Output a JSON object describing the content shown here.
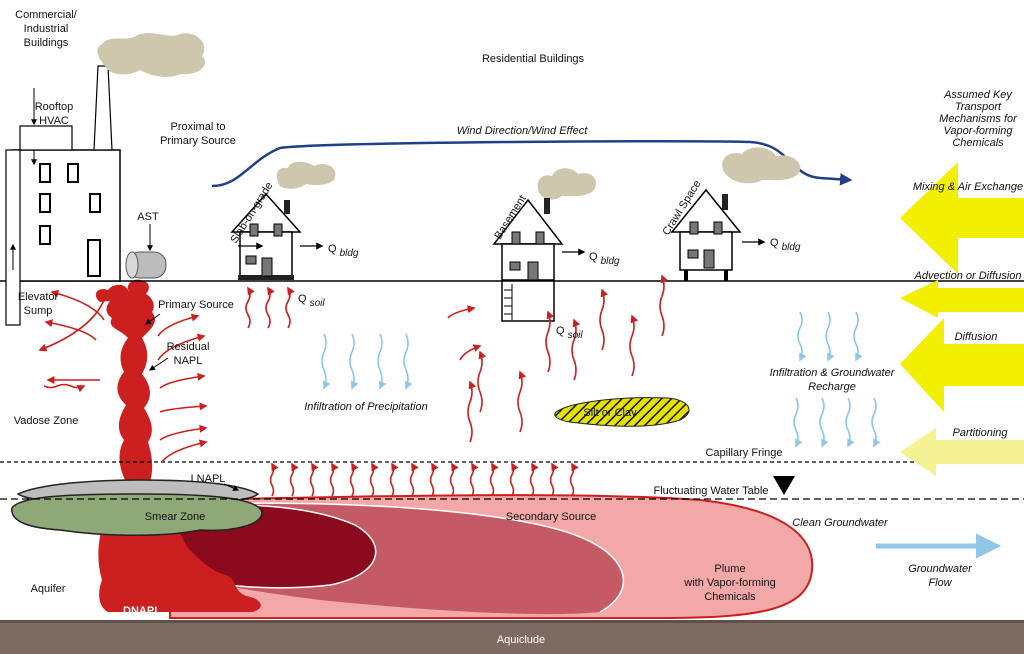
{
  "labels": {
    "commercial_1": "Commercial/",
    "commercial_2": "Industrial",
    "commercial_3": "Buildings",
    "rooftop_1": "Rooftop",
    "rooftop_2": "HVAC",
    "residential": "Residential Buildings",
    "proximal_1": "Proximal to",
    "proximal_2": "Primary Source",
    "wind": "Wind Direction/Wind Effect",
    "assumed_1": "Assumed Key",
    "assumed_2": "Transport",
    "assumed_3": "Mechanisms for",
    "assumed_4": "Vapor-forming",
    "assumed_5": "Chemicals",
    "ast": "AST",
    "slab": "Slab-on-grade",
    "basement": "Basement",
    "crawl": "Crawl Space",
    "q_bldg": "Q",
    "q_bldg_sub": "bldg",
    "q_soil": "Q",
    "q_soil_sub": "soil",
    "elevator_1": "Elevator",
    "elevator_2": "Sump",
    "primary_source": "Primary Source",
    "residual_1": "Residual",
    "residual_2": "NAPL",
    "vadose": "Vadose Zone",
    "infiltration_precip": "Infiltration of Precipitation",
    "silt": "Silt or Clay",
    "infiltration_gw_1": "Infiltration & Groundwater",
    "infiltration_gw_2": "Recharge",
    "capillary": "Capillary Fringe",
    "lnapl": "LNAPL",
    "water_table": "Fluctuating Water Table",
    "smear": "Smear Zone",
    "secondary": "Secondary Source",
    "clean_gw": "Clean Groundwater",
    "plume_1": "Plume",
    "plume_2": "with Vapor-forming",
    "plume_3": "Chemicals",
    "gw_flow_1": "Groundwater",
    "gw_flow_2": "Flow",
    "aquifer": "Aquifer",
    "dnapl": "DNAPL",
    "aquiclude": "Aquiclude"
  },
  "mechanisms": [
    {
      "label": "Mixing & Air Exchange"
    },
    {
      "label": "Advection or Diffusion"
    },
    {
      "label": "Diffusion"
    },
    {
      "label": "Partitioning"
    }
  ],
  "colors": {
    "napl_red": "#cc1f1f",
    "plume_dark": "#8b0a1e",
    "plume_mid": "#c45a63",
    "plume_light": "#f3a8a8",
    "smear_green": "#8fa878",
    "lnapl_gray": "#bdbdbd",
    "arrow_yellow": "#f2ef00",
    "wind_blue": "#1f3f8a",
    "water_blue": "#8ec7e8",
    "smoke": "#cfc7ad",
    "aquiclude": "#7d6a63"
  }
}
